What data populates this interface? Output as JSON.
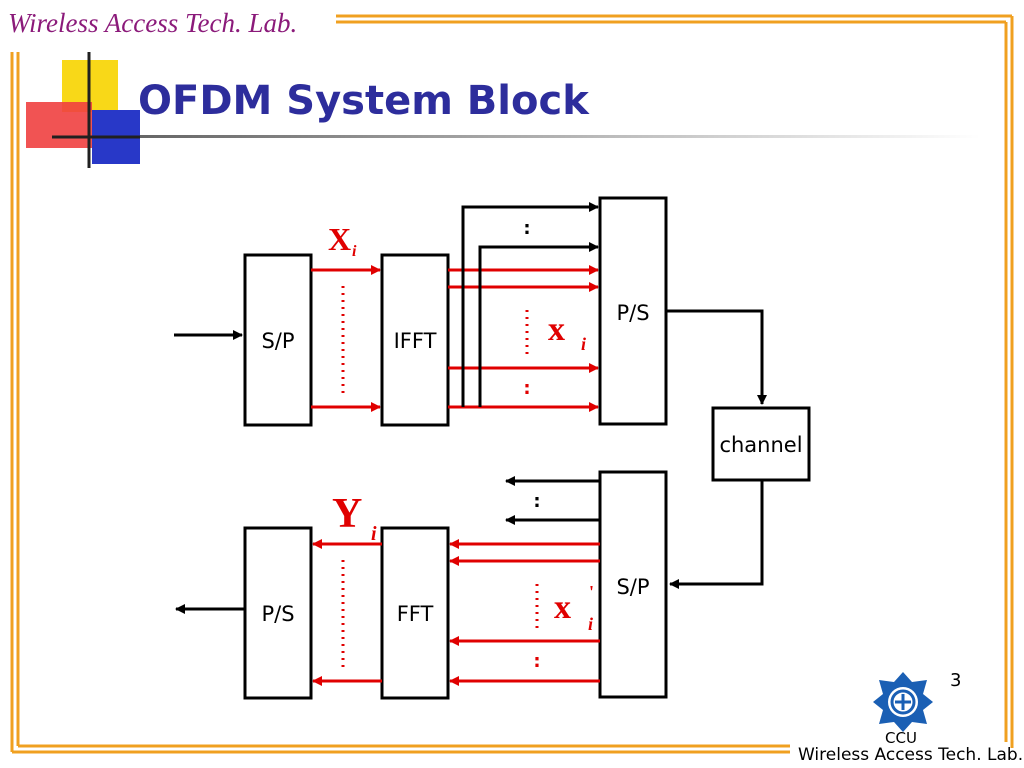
{
  "header": {
    "lab_name": "Wireless Access Tech. Lab.",
    "title": "OFDM System Block"
  },
  "diagram": {
    "tx_sp": "S/P",
    "ifft": "IFFT",
    "tx_ps": "P/S",
    "channel": "channel",
    "rx_sp": "S/P",
    "fft": "FFT",
    "rx_ps": "P/S",
    "sym_X": "X",
    "sym_x": "x",
    "sym_Y": "Y",
    "sym_y": "x",
    "sub_i": "i",
    "prime": "'",
    "colon": ":"
  },
  "footer": {
    "page_number": "3",
    "ccu": "CCU",
    "lab_name": "Wireless Access Tech. Lab."
  },
  "colors": {
    "signal_lines": "#e00000",
    "title": "#2d2d9c",
    "lab_name": "#8b1a7a",
    "border": "#f0a020"
  }
}
